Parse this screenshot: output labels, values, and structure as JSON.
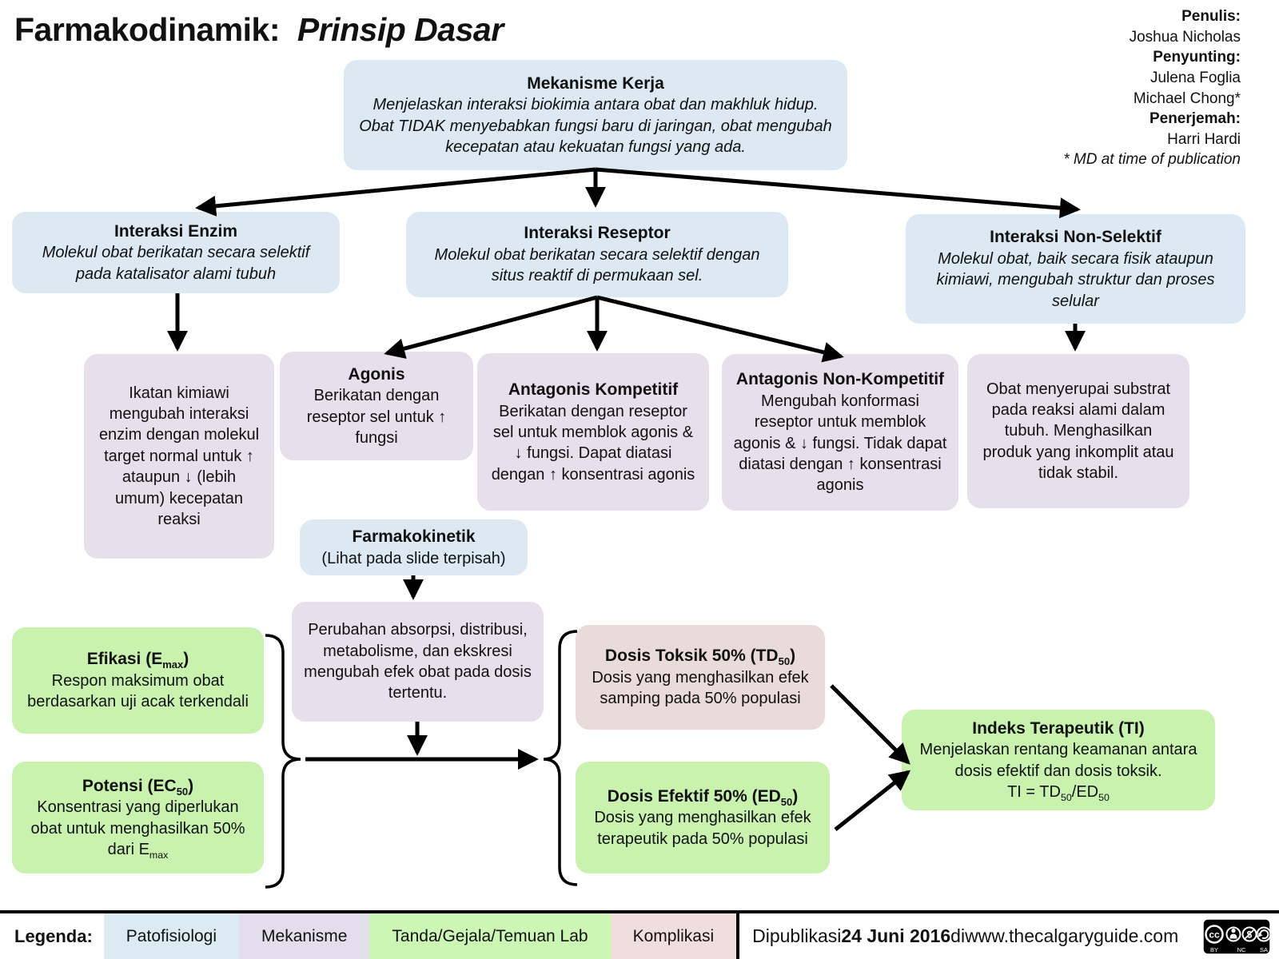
{
  "title": {
    "main": "Farmakodinamik:",
    "subtitle": "Prinsip Dasar"
  },
  "credits": {
    "penulis_label": "Penulis:",
    "penulis_1": "Joshua Nicholas",
    "penyunting_label": "Penyunting:",
    "penyunting_1": "Julena Foglia",
    "penyunting_2": "Michael Chong*",
    "penerjemah_label": "Penerjemah:",
    "penerjemah_1": "Harri Hardi",
    "note": "* MD at time of publication"
  },
  "nodes": {
    "mekanisme": {
      "title": "Mekanisme Kerja",
      "body": "Menjelaskan interaksi biokimia antara obat dan makhluk hidup. Obat TIDAK menyebabkan fungsi baru di jaringan, obat mengubah kecepatan atau kekuatan fungsi yang ada."
    },
    "enzim": {
      "title": "Interaksi Enzim",
      "body": "Molekul obat berikatan secara selektif pada katalisator alami tubuh"
    },
    "reseptor": {
      "title": "Interaksi Reseptor",
      "body": "Molekul obat berikatan secara selektif dengan situs reaktif di permukaan sel."
    },
    "nonselektif": {
      "title": "Interaksi Non-Selektif",
      "body": "Molekul obat, baik secara fisik ataupun kimiawi, mengubah struktur dan proses selular"
    },
    "ikatan": {
      "body": "Ikatan kimiawi mengubah interaksi enzim dengan molekul target normal untuk ↑ ataupun ↓ (lebih umum) kecepatan reaksi"
    },
    "agonis": {
      "title": "Agonis",
      "body": "Berikatan dengan reseptor sel untuk ↑ fungsi"
    },
    "ant_komp": {
      "title": "Antagonis Kompetitif",
      "body": "Berikatan dengan reseptor sel untuk memblok agonis & ↓ fungsi. Dapat diatasi dengan ↑ konsentrasi agonis"
    },
    "ant_nonkomp": {
      "title": "Antagonis Non-Kompetitif",
      "body": "Mengubah konformasi reseptor untuk memblok agonis & ↓ fungsi. Tidak dapat diatasi dengan ↑ konsentrasi agonis"
    },
    "obat_menyerupai": {
      "body": "Obat menyerupai substrat pada reaksi alami dalam tubuh. Menghasilkan produk yang inkomplit atau tidak stabil."
    },
    "farmakokinetik": {
      "title": "Farmakokinetik",
      "body": "(Lihat pada slide terpisah)"
    },
    "perubahan": {
      "body": "Perubahan absorpsi, distribusi, metabolisme, dan ekskresi mengubah efek obat pada dosis tertentu."
    },
    "efikasi": {
      "title_pre": "Efikasi (E",
      "title_sub": "max",
      "title_post": ")",
      "body": "Respon maksimum obat berdasarkan uji acak terkendali"
    },
    "potensi": {
      "title_pre": "Potensi (EC",
      "title_sub": "50",
      "title_post": ")",
      "body_pre": "Konsentrasi yang diperlukan obat untuk menghasilkan 50% dari E",
      "body_sub": "max"
    },
    "toksik": {
      "title_pre": "Dosis Toksik 50% (TD",
      "title_sub": "50",
      "title_post": ")",
      "body": "Dosis yang menghasilkan efek samping pada 50% populasi"
    },
    "efektif": {
      "title_pre": "Dosis Efektif 50% (ED",
      "title_sub": "50",
      "title_post": ")",
      "body": "Dosis yang menghasilkan efek terapeutik pada 50% populasi"
    },
    "ti": {
      "title": "Indeks Terapeutik (TI)",
      "body": "Menjelaskan rentang keamanan antara dosis efektif dan dosis toksik.",
      "formula_pre": "TI = TD",
      "formula_sub1": "50",
      "formula_mid": "/ED",
      "formula_sub2": "50"
    }
  },
  "legend": {
    "label": "Legenda:",
    "items": [
      {
        "label": "Patofisiologi",
        "color": "#dcebf2"
      },
      {
        "label": "Mekanisme",
        "color": "#e3deec"
      },
      {
        "label": "Tanda/Gejala/Temuan Lab",
        "color": "#ccf6b4"
      },
      {
        "label": "Komplikasi",
        "color": "#f0dedd"
      }
    ]
  },
  "footer": {
    "publish_pre": "Dipublikasi ",
    "publish_date": "24 Juni 2016",
    "publish_mid": " di ",
    "publish_site": "www.thecalgaryguide.com",
    "license": {
      "cc": "cc",
      "by": "BY",
      "nc": "NC",
      "sa": "SA"
    }
  },
  "colors": {
    "pathophysiology_blue": "#dce9f2",
    "mechanism_lavender": "#e5e0eb",
    "sign_lab_green": "#c8f2ae",
    "complication_pink": "#e9dbd7",
    "line_black": "#000000"
  }
}
